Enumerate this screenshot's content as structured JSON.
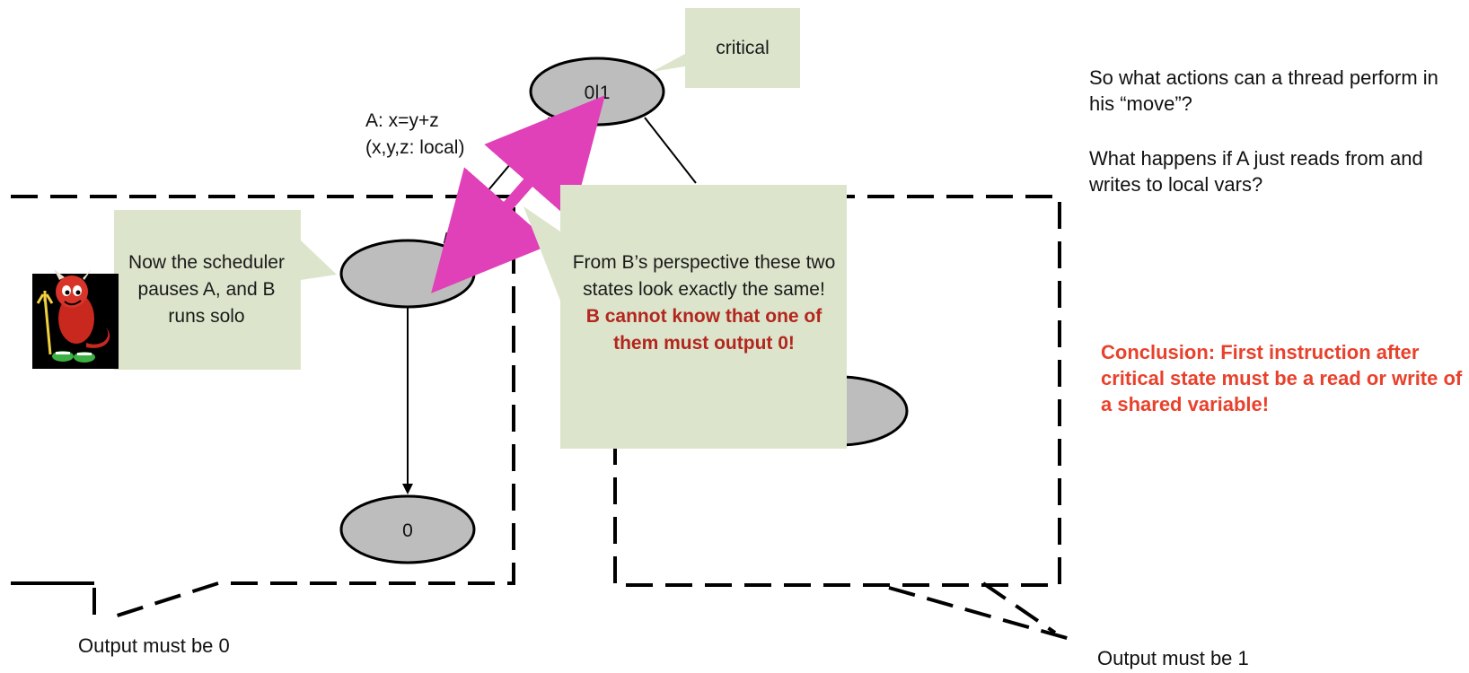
{
  "nodes": {
    "root": "0|1",
    "left_middle": "",
    "left_bottom": "0",
    "right_hidden": ""
  },
  "callouts": {
    "critical": "critical",
    "scheduler": "Now the scheduler pauses A, and B runs solo",
    "perspective": "From B’s perspective these two states look exactly the same!",
    "perspective_emphasis": "B cannot know that one of them must output 0!"
  },
  "edge_labels": {
    "move_a_line1": "A: x=y+z",
    "move_a_line2": "(x,y,z: local)"
  },
  "side_notes": {
    "question1": "So what actions can a thread perform in his “move”?",
    "question2": "What happens if A just reads from and writes to local vars?",
    "conclusion": "Conclusion: First instruction after critical state must be a read or write of a shared variable!"
  },
  "outputs": {
    "left": "Output must be 0",
    "right": "Output must be 1"
  },
  "colors": {
    "node_fill": "#bdbdbd",
    "callout_fill": "#dce5cc",
    "double_arrow": "#e040b8",
    "conclusion_text": "#e8412c",
    "emphasis_text": "#b3261e"
  },
  "icons": {
    "devil_mascot": "bsd-daemon-mascot"
  }
}
